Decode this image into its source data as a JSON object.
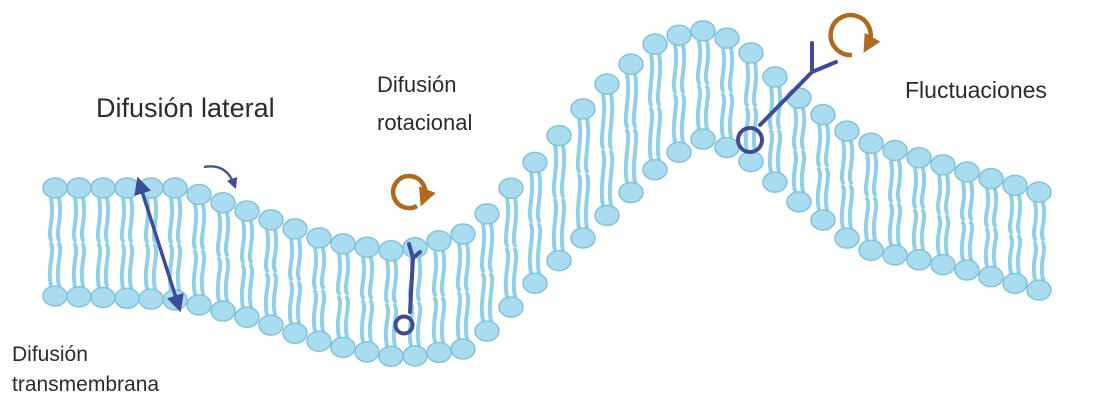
{
  "labels": {
    "lateral": "Difusión lateral",
    "rotational_line1": "Difusión",
    "rotational_line2": "rotacional",
    "fluctuations": "Fluctuaciones",
    "transmembrane_line1": "Difusión",
    "transmembrane_line2": "transmembrana"
  },
  "colors": {
    "head_fill": "#a9dcee",
    "head_stroke": "#7fc3dc",
    "tail": "#8fd0e8",
    "protein": "#3e4b9a",
    "rotation_arrow": "#b06a1e",
    "text": "#2b2b2b"
  },
  "icons": [
    "double-headed-arrow-icon",
    "curved-arrow-icon",
    "rotation-arrow-icon",
    "receptor-protein-icon"
  ]
}
